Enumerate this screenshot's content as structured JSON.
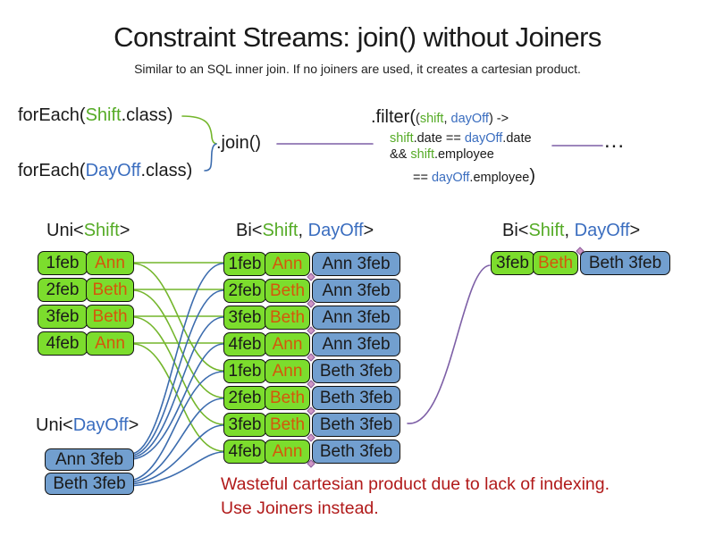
{
  "title": "Constraint Streams: join() without Joiners",
  "subtitle": "Similar to an SQL inner join. If no joiners are used, it creates a cartesian product.",
  "code": {
    "foreach_shift": {
      "pre": "forEach(",
      "cls": "Shift",
      "post": ".class)"
    },
    "foreach_dayoff": {
      "pre": "forEach(",
      "cls": "DayOff",
      "post": ".class)"
    },
    "join_label": ".join()",
    "filter": {
      "head": ".filter(",
      "open": "(",
      "arg_shift": "shift",
      "comma": ", ",
      "arg_dayoff": "dayOff",
      "arrow": ") ->",
      "date_shift": "shift",
      "date_mid": ".date == ",
      "date_dayoff": "dayOff",
      "date_tail": ".date",
      "and_op": "&& ",
      "emp_shift": "shift",
      "emp_tail": ".employee",
      "eq_op": "== ",
      "emp_dayoff": "dayOff",
      "emp_tail2": ".employee",
      "close": ")"
    },
    "ellipsis": "..."
  },
  "labels": {
    "uni_shift": {
      "pre": "Uni<",
      "type": "Shift",
      "post": ">"
    },
    "bi_mid": {
      "pre": "Bi<",
      "t1": "Shift",
      "sep": ", ",
      "t2": "DayOff",
      "post": ">"
    },
    "bi_right": {
      "pre": "Bi<",
      "t1": "Shift",
      "sep": ", ",
      "t2": "DayOff",
      "post": ">"
    },
    "uni_dayoff": {
      "pre": "Uni<",
      "type": "DayOff",
      "post": ">"
    }
  },
  "shift_table": {
    "rows": [
      {
        "date": "1feb",
        "name": "Ann"
      },
      {
        "date": "2feb",
        "name": "Beth"
      },
      {
        "date": "3feb",
        "name": "Beth"
      },
      {
        "date": "4feb",
        "name": "Ann"
      }
    ]
  },
  "dayoff_table": {
    "rows": [
      {
        "label": "Ann 3feb"
      },
      {
        "label": "Beth 3feb"
      }
    ]
  },
  "bi_table": {
    "rows": [
      {
        "date": "1feb",
        "name": "Ann",
        "dayoff": "Ann 3feb"
      },
      {
        "date": "2feb",
        "name": "Beth",
        "dayoff": "Ann 3feb"
      },
      {
        "date": "3feb",
        "name": "Beth",
        "dayoff": "Ann 3feb"
      },
      {
        "date": "4feb",
        "name": "Ann",
        "dayoff": "Ann 3feb"
      },
      {
        "date": "1feb",
        "name": "Ann",
        "dayoff": "Beth 3feb"
      },
      {
        "date": "2feb",
        "name": "Beth",
        "dayoff": "Beth 3feb"
      },
      {
        "date": "3feb",
        "name": "Beth",
        "dayoff": "Beth 3feb"
      },
      {
        "date": "4feb",
        "name": "Ann",
        "dayoff": "Beth 3feb"
      }
    ]
  },
  "result_table": {
    "rows": [
      {
        "date": "3feb",
        "name": "Beth",
        "dayoff": "Beth 3feb"
      }
    ]
  },
  "warning": {
    "line1": "Wasteful cartesian product due to lack of indexing.",
    "line2": "Use Joiners instead."
  },
  "colors": {
    "shift_cell_green": "#7cdd2d",
    "dayoff_cell_blue": "#729fcf",
    "employee_orange": "#d4570b",
    "code_green": "#55ab26",
    "code_blue": "#3a6dbf",
    "line_green": "#74b62c",
    "line_blue": "#3c6cae",
    "line_purple": "#7d5fa6",
    "warning_red": "#b11a1a",
    "diamond_pink": "#cf97c5"
  }
}
